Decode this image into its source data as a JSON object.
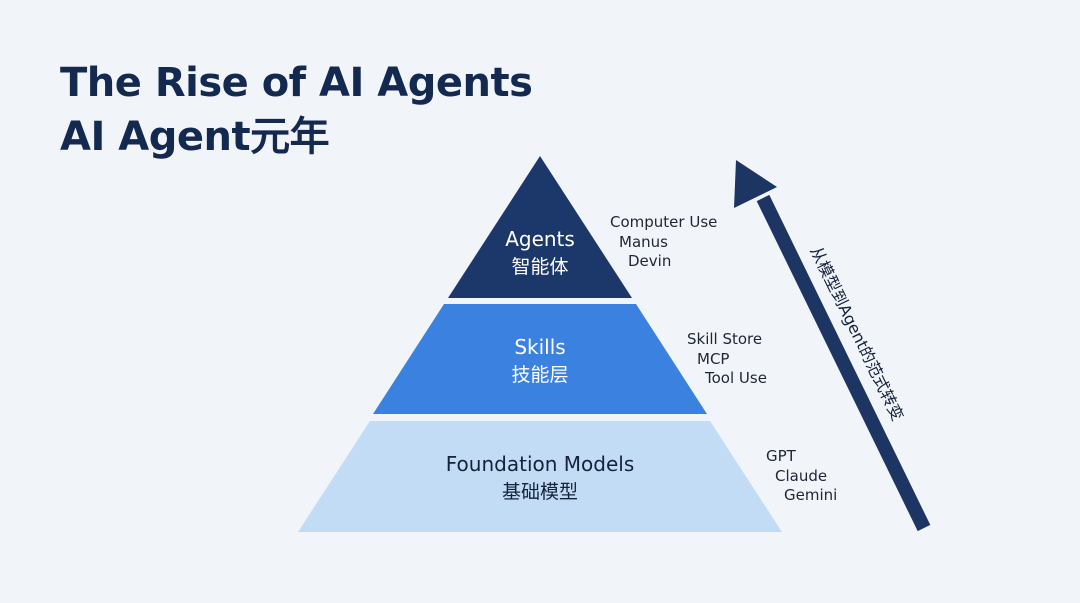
{
  "title": {
    "line1": "The Rise of AI Agents",
    "line2": "AI Agent元年"
  },
  "pyramid": {
    "levels": [
      {
        "name": "Agents",
        "name_cn": "智能体",
        "fill": "#1c386a",
        "text_color": "#ffffff",
        "examples": [
          "Computer Use",
          "Manus",
          "Devin"
        ]
      },
      {
        "name": "Skills",
        "name_cn": "技能层",
        "fill": "#3b82e0",
        "text_color": "#ffffff",
        "examples": [
          "Skill Store",
          "MCP",
          "Tool Use"
        ]
      },
      {
        "name": "Foundation Models",
        "name_cn": "基础模型",
        "fill": "#c3dcf6",
        "text_color": "#15223a",
        "examples": [
          "GPT",
          "Claude",
          "Gemini"
        ]
      }
    ]
  },
  "arrow": {
    "label": "从模型到Agent的范式转变",
    "color": "#1c3563"
  }
}
